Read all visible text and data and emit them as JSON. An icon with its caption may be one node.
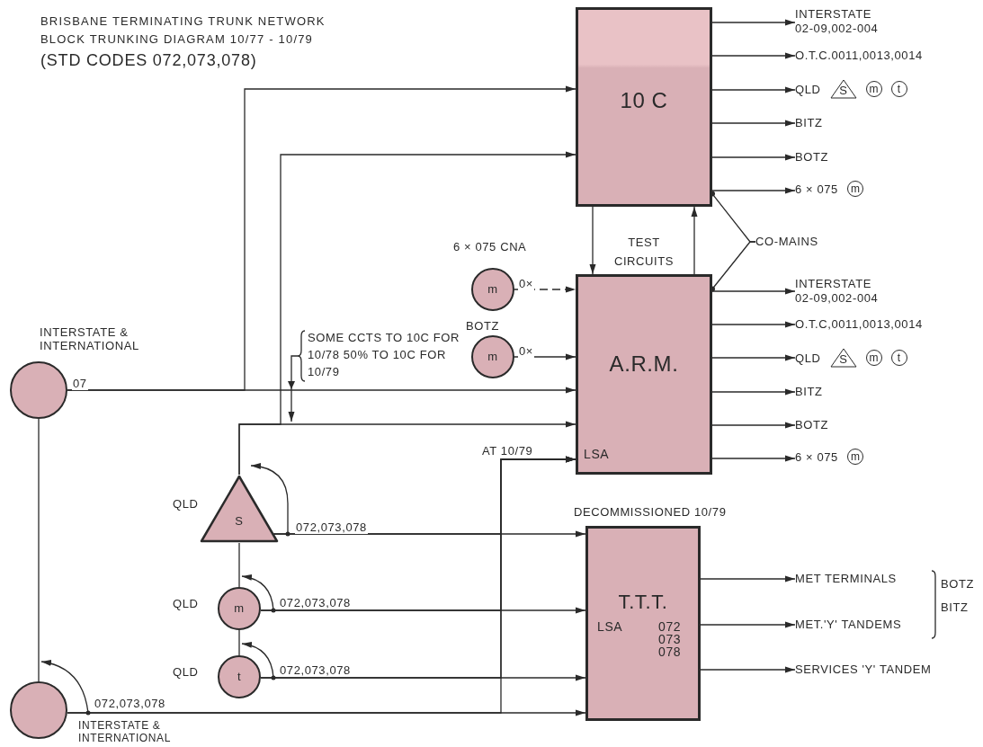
{
  "diagram": {
    "title": "BRISBANE TERMINATING TRUNK NETWORK",
    "nodes": [
      {
        "text": [
          "10 C"
        ]
      },
      {
        "text": [
          "A.R.M.",
          "LSA"
        ]
      },
      {
        "text": [
          "T.T.T.",
          "LSA",
          "072 073 078"
        ],
        "beside": [
          "DECOMMISSIONED 10/79"
        ]
      },
      {
        "text": [
          "INTERSTATE & INTERNATIONAL"
        ]
      },
      {
        "text": [
          "INTERSTATE & INTERNATIONAL"
        ]
      },
      {
        "text": [
          "S"
        ],
        "beside": [
          "QLD"
        ]
      },
      {
        "text": [
          "m"
        ],
        "beside": [
          "QLD"
        ]
      },
      {
        "text": [
          "t"
        ],
        "beside": [
          "QLD"
        ]
      },
      {
        "text": [
          "m"
        ],
        "beside": [
          "6 × 075 CNA"
        ]
      },
      {
        "text": [
          "m"
        ]
      },
      {
        "text": [
          "INTERSTATE 02-09,002-004"
        ]
      },
      {
        "text": [
          "O.T.C.0011,0013,0014"
        ]
      },
      {
        "text": [
          "QLD",
          "S",
          "m",
          "t"
        ]
      },
      {
        "text": [
          "BITZ"
        ]
      },
      {
        "text": [
          "BOTZ"
        ]
      },
      {
        "text": [
          "6 × 075",
          "m"
        ]
      },
      {
        "text": [
          "INTERSTATE 02-09,002-004"
        ]
      },
      {
        "text": [
          "O.T.C,0011,0013,0014"
        ]
      },
      {
        "text": [
          "QLD",
          "S",
          "m",
          "t"
        ]
      },
      {
        "text": [
          "BITZ"
        ]
      },
      {
        "text": [
          "BOTZ"
        ]
      },
      {
        "text": [
          "6 × 075",
          "m"
        ]
      },
      {
        "text": [
          "MET TERMINALS"
        ]
      },
      {
        "text": [
          "MET.'Y' TANDEMS"
        ]
      },
      {
        "text": [
          "SERVICES 'Y' TANDEM"
        ]
      },
      {
        "text": [
          "CO-MAINS"
        ]
      }
    ],
    "edges": [
      {
        "from": 3,
        "to": 0,
        "arrow": "to"
      },
      {
        "from": 3,
        "to": 1,
        "arrow": "to",
        "label": "07"
      },
      {
        "from": 5,
        "to": 0,
        "arrow": "to"
      },
      {
        "from": 5,
        "to": 1,
        "arrow": "to"
      },
      {
        "from": 5,
        "to": 1,
        "arrow": "to"
      },
      {
        "from": 6,
        "to": 1,
        "arrow": "to"
      },
      {
        "from": 7,
        "to": 1,
        "arrow": "to"
      },
      {
        "from": 4,
        "to": 1,
        "arrow": "to",
        "label": "AT 10/79"
      },
      {
        "from": 5,
        "to": 2,
        "arrow": "to",
        "label": "072,073,078"
      },
      {
        "from": 6,
        "to": 2,
        "arrow": "to",
        "label": "072,073,078"
      },
      {
        "from": 7,
        "to": 2,
        "arrow": "to",
        "label": "072,073,078"
      },
      {
        "from": 4,
        "to": 2,
        "arrow": "to",
        "label": "072,073,078"
      },
      {
        "from": 6,
        "to": 5,
        "arrow": "none"
      },
      {
        "from": 7,
        "to": 6,
        "arrow": "none"
      },
      {
        "from": 4,
        "to": 3,
        "arrow": "none"
      },
      {
        "from": 8,
        "to": 1,
        "arrow": "to",
        "label": "0×",
        "style": "dashed"
      },
      {
        "from": 9,
        "to": 1,
        "arrow": "to",
        "label": "0×"
      },
      {
        "from": 0,
        "to": 1,
        "arrow": "to"
      },
      {
        "from": 1,
        "to": 0,
        "arrow": "to"
      },
      {
        "from": 0,
        "to": 10,
        "arrow": "to"
      },
      {
        "from": 0,
        "to": 11,
        "arrow": "to"
      },
      {
        "from": 0,
        "to": 12,
        "arrow": "to"
      },
      {
        "from": 0,
        "to": 13,
        "arrow": "to"
      },
      {
        "from": 0,
        "to": 14,
        "arrow": "to"
      },
      {
        "from": 0,
        "to": 15,
        "arrow": "to"
      },
      {
        "from": 1,
        "to": 16,
        "arrow": "to"
      },
      {
        "from": 1,
        "to": 17,
        "arrow": "to"
      },
      {
        "from": 1,
        "to": 18,
        "arrow": "to"
      },
      {
        "from": 1,
        "to": 19,
        "arrow": "to"
      },
      {
        "from": 1,
        "to": 20,
        "arrow": "to"
      },
      {
        "from": 1,
        "to": 21,
        "arrow": "to"
      },
      {
        "from": 2,
        "to": 22,
        "arrow": "to"
      },
      {
        "from": 2,
        "to": 23,
        "arrow": "to"
      },
      {
        "from": 2,
        "to": 24,
        "arrow": "to"
      },
      {
        "from": 25,
        "to": 0,
        "arrow": "other"
      },
      {
        "from": 25,
        "to": 1,
        "arrow": "other"
      }
    ],
    "labels": [
      "BLOCK TRUNKING DIAGRAM 10/77 - 10/79",
      "(STD CODES 072,073,078)",
      "TEST CIRCUITS",
      "SOME CCTS TO 10C FOR 10/78 50% TO 10C FOR 10/79",
      "BOTZ",
      "BITZ",
      "BOTZ"
    ]
  }
}
